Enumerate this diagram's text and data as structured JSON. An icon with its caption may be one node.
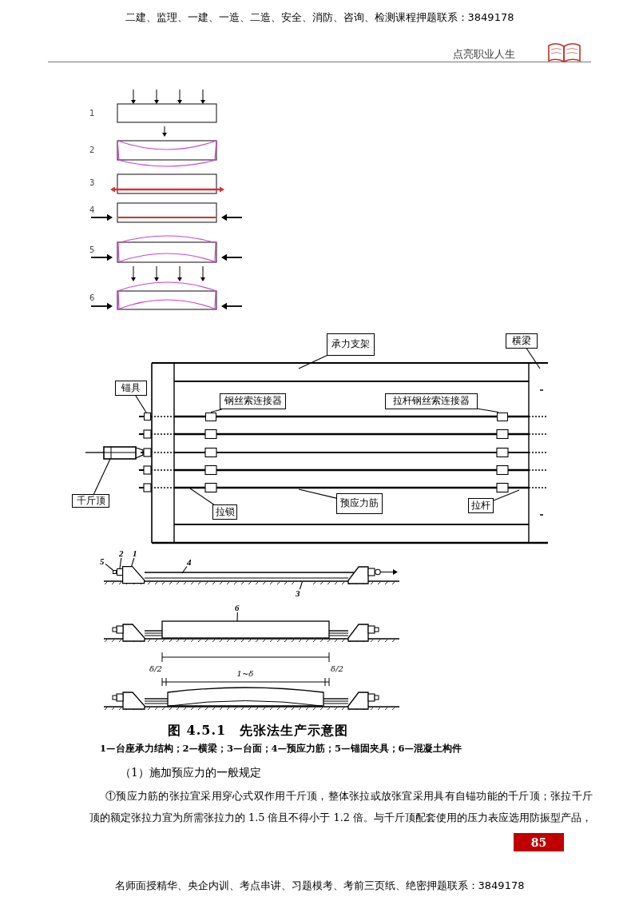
{
  "diagram": {
    "caption": "图 4.5.1　先张法生产示意图",
    "nodes": [
      {
        "text": [
          "承力支架"
        ]
      },
      {
        "text": [
          "横梁"
        ]
      },
      {
        "text": [
          "锚具"
        ]
      },
      {
        "text": [
          "钢丝索连接器"
        ]
      },
      {
        "text": [
          "拉杆钢丝索连接器"
        ]
      },
      {
        "text": [
          "千斤顶"
        ]
      },
      {
        "text": [
          "拉锁"
        ]
      },
      {
        "text": [
          "预应力筋"
        ]
      },
      {
        "text": [
          "拉杆"
        ]
      },
      {
        "text": [
          "2"
        ]
      },
      {
        "text": [
          "1"
        ]
      },
      {
        "text": [
          "5"
        ]
      },
      {
        "text": [
          "4"
        ]
      },
      {
        "text": [
          "3"
        ]
      },
      {
        "text": [
          "6"
        ]
      },
      {
        "text": [],
        "shape": "box"
      },
      {
        "text": [],
        "shape": "box"
      },
      {
        "text": [],
        "shape": "box"
      },
      {
        "text": [],
        "shape": "box"
      },
      {
        "text": [],
        "shape": "trapezoid"
      },
      {
        "text": [],
        "shape": "box"
      }
    ],
    "edges": [
      {
        "from": 0,
        "to": null,
        "arrow": "none"
      },
      {
        "from": 1,
        "to": null,
        "arrow": "none"
      },
      {
        "from": 2,
        "to": 15,
        "arrow": "none"
      },
      {
        "from": 3,
        "to": 16,
        "arrow": "none"
      },
      {
        "from": 4,
        "to": 17,
        "arrow": "none"
      },
      {
        "from": 5,
        "to": null,
        "arrow": "none"
      },
      {
        "from": 6,
        "to": null,
        "arrow": "none"
      },
      {
        "from": 7,
        "to": null,
        "arrow": "none"
      },
      {
        "from": 8,
        "to": null,
        "arrow": "none"
      },
      {
        "from": 9,
        "to": 18,
        "arrow": "none"
      },
      {
        "from": 10,
        "to": 19,
        "arrow": "none"
      },
      {
        "from": 11,
        "to": 20,
        "arrow": "none"
      },
      {
        "from": 12,
        "to": null,
        "arrow": "none"
      },
      {
        "from": 13,
        "to": null,
        "arrow": "none"
      },
      {
        "from": 14,
        "to": null,
        "arrow": "none"
      }
    ],
    "labels": [
      "二建、监理、一建、一造、二造、安全、消防、咨询、检测课程押题联系：3849178",
      "点亮职业人生",
      "1",
      "2",
      "3",
      "4",
      "5",
      "6",
      "δ/2",
      "1~δ",
      "δ/2",
      "1—台座承力结构；2—横梁；3—台面；4—预应力筋；5—锚固夹具；6—混凝土构件",
      "（1）施加预应力的一般规定",
      "①预应力筋的张拉宜采用穿心式双作用千斤顶，整体张拉或放张宜采用具有自锚功能的千斤顶；张拉千斤顶的额定张拉力宜为所需张拉力的 1.5 倍且不得小于 1.2 倍。与千斤顶配套使用的压力表应选用防振型产品，",
      "85",
      "名师面授精华、央企内训、考点串讲、习题模考、考前三页纸、绝密押题联系：3849178"
    ]
  }
}
